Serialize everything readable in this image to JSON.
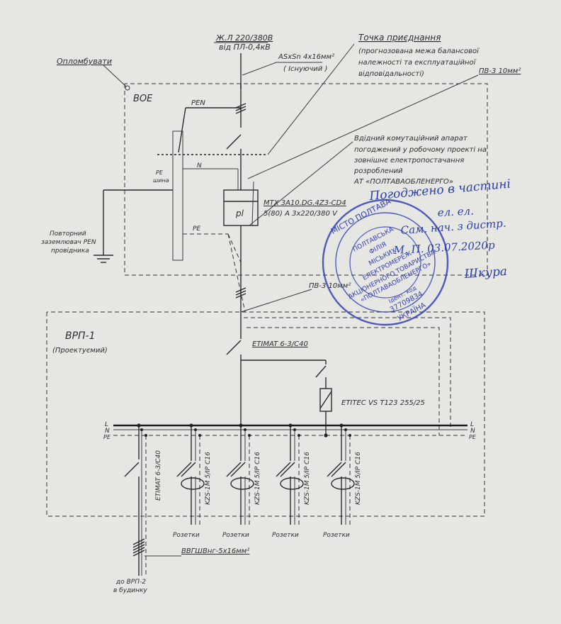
{
  "supply": {
    "line1": "Ж.Л 220/380В",
    "line2": "від ПЛ-0,4кВ",
    "cable1": "ASxSn 4x16мм²",
    "cable2": "( Існуючий )"
  },
  "seal_label": "Опломбувати",
  "connection_point": {
    "title": "Точка приєднання",
    "note1": "(прогнозована межа балансової",
    "note2": "належності та експлуатаційної",
    "note3": "відповідальності)"
  },
  "pv_cable_top": "ПВ-3 10мм²",
  "voe": "ВОЕ",
  "pen": "PEN",
  "n_label": "N",
  "pe_label": "PE",
  "pe_bus1": "PE",
  "pe_bus2": "шина",
  "ground": {
    "l1": "Повторний",
    "l2": "заземлювач PEN",
    "l3": "провідника"
  },
  "switch_note": {
    "l1": "Вдідний комутаційний апарат",
    "l2": "погоджений у робочому проекті на",
    "l3": "зовнішнє електропостачання",
    "l4": "розроблений",
    "l5": "АТ «ПОЛТАВАОБЛЕНЕРГО»"
  },
  "meter": {
    "symbol": "pl",
    "label1": "MTX 3A10.DG.4Z3-CD4",
    "label2": "5(80) A 3x220/380 V"
  },
  "pv_cable_mid": "ПВ-3 10мм²",
  "vrp": {
    "title": "ВРП-1",
    "subtitle": "(Проектуємий)"
  },
  "breaker_main": "ETIMAT 6-3/C40",
  "spd": "ETITEC VS T123 255/25",
  "bus_labels": {
    "l": "L",
    "n": "N",
    "pe": "PE"
  },
  "feeders": {
    "breaker": "ETIMAT 6-3/C40",
    "rcbo": "KZS-1M 5/IP С16",
    "outlet": "Розетки"
  },
  "out_cable": "ВВГШВнг-5x16мм²",
  "to_vrp2": {
    "l1": "до ВРП-2",
    "l2": "в будинку"
  },
  "stamp": {
    "outer_top": "МІСТО ПОЛТАВА",
    "outer_bottom": "УКРАЇНА",
    "inner1": "ПОЛТАВСЬКА",
    "inner2": "ФІЛІЯ",
    "inner3": "МІСЬКИХ",
    "inner4": "ЕЛЕКТРОМЕРЕЖ",
    "inner5": "АКЦІОНЕРНОГО ТОВАРИСТВА",
    "inner6": "«ПОЛТАВАОБЛЕНЕРГО»",
    "code_label": "Ідент. код",
    "code": "37709834"
  },
  "handwriting": {
    "l1": "Погоджено в частині",
    "l2": "ел. ел.",
    "l3": "Сам. нач. з дистр.",
    "l4": "М. П. 03.07.2020р",
    "l5": "Шкура"
  },
  "colors": {
    "paper": "#e6e6e2",
    "ink": "#2a2a2a",
    "stamp": "#3340b8"
  }
}
